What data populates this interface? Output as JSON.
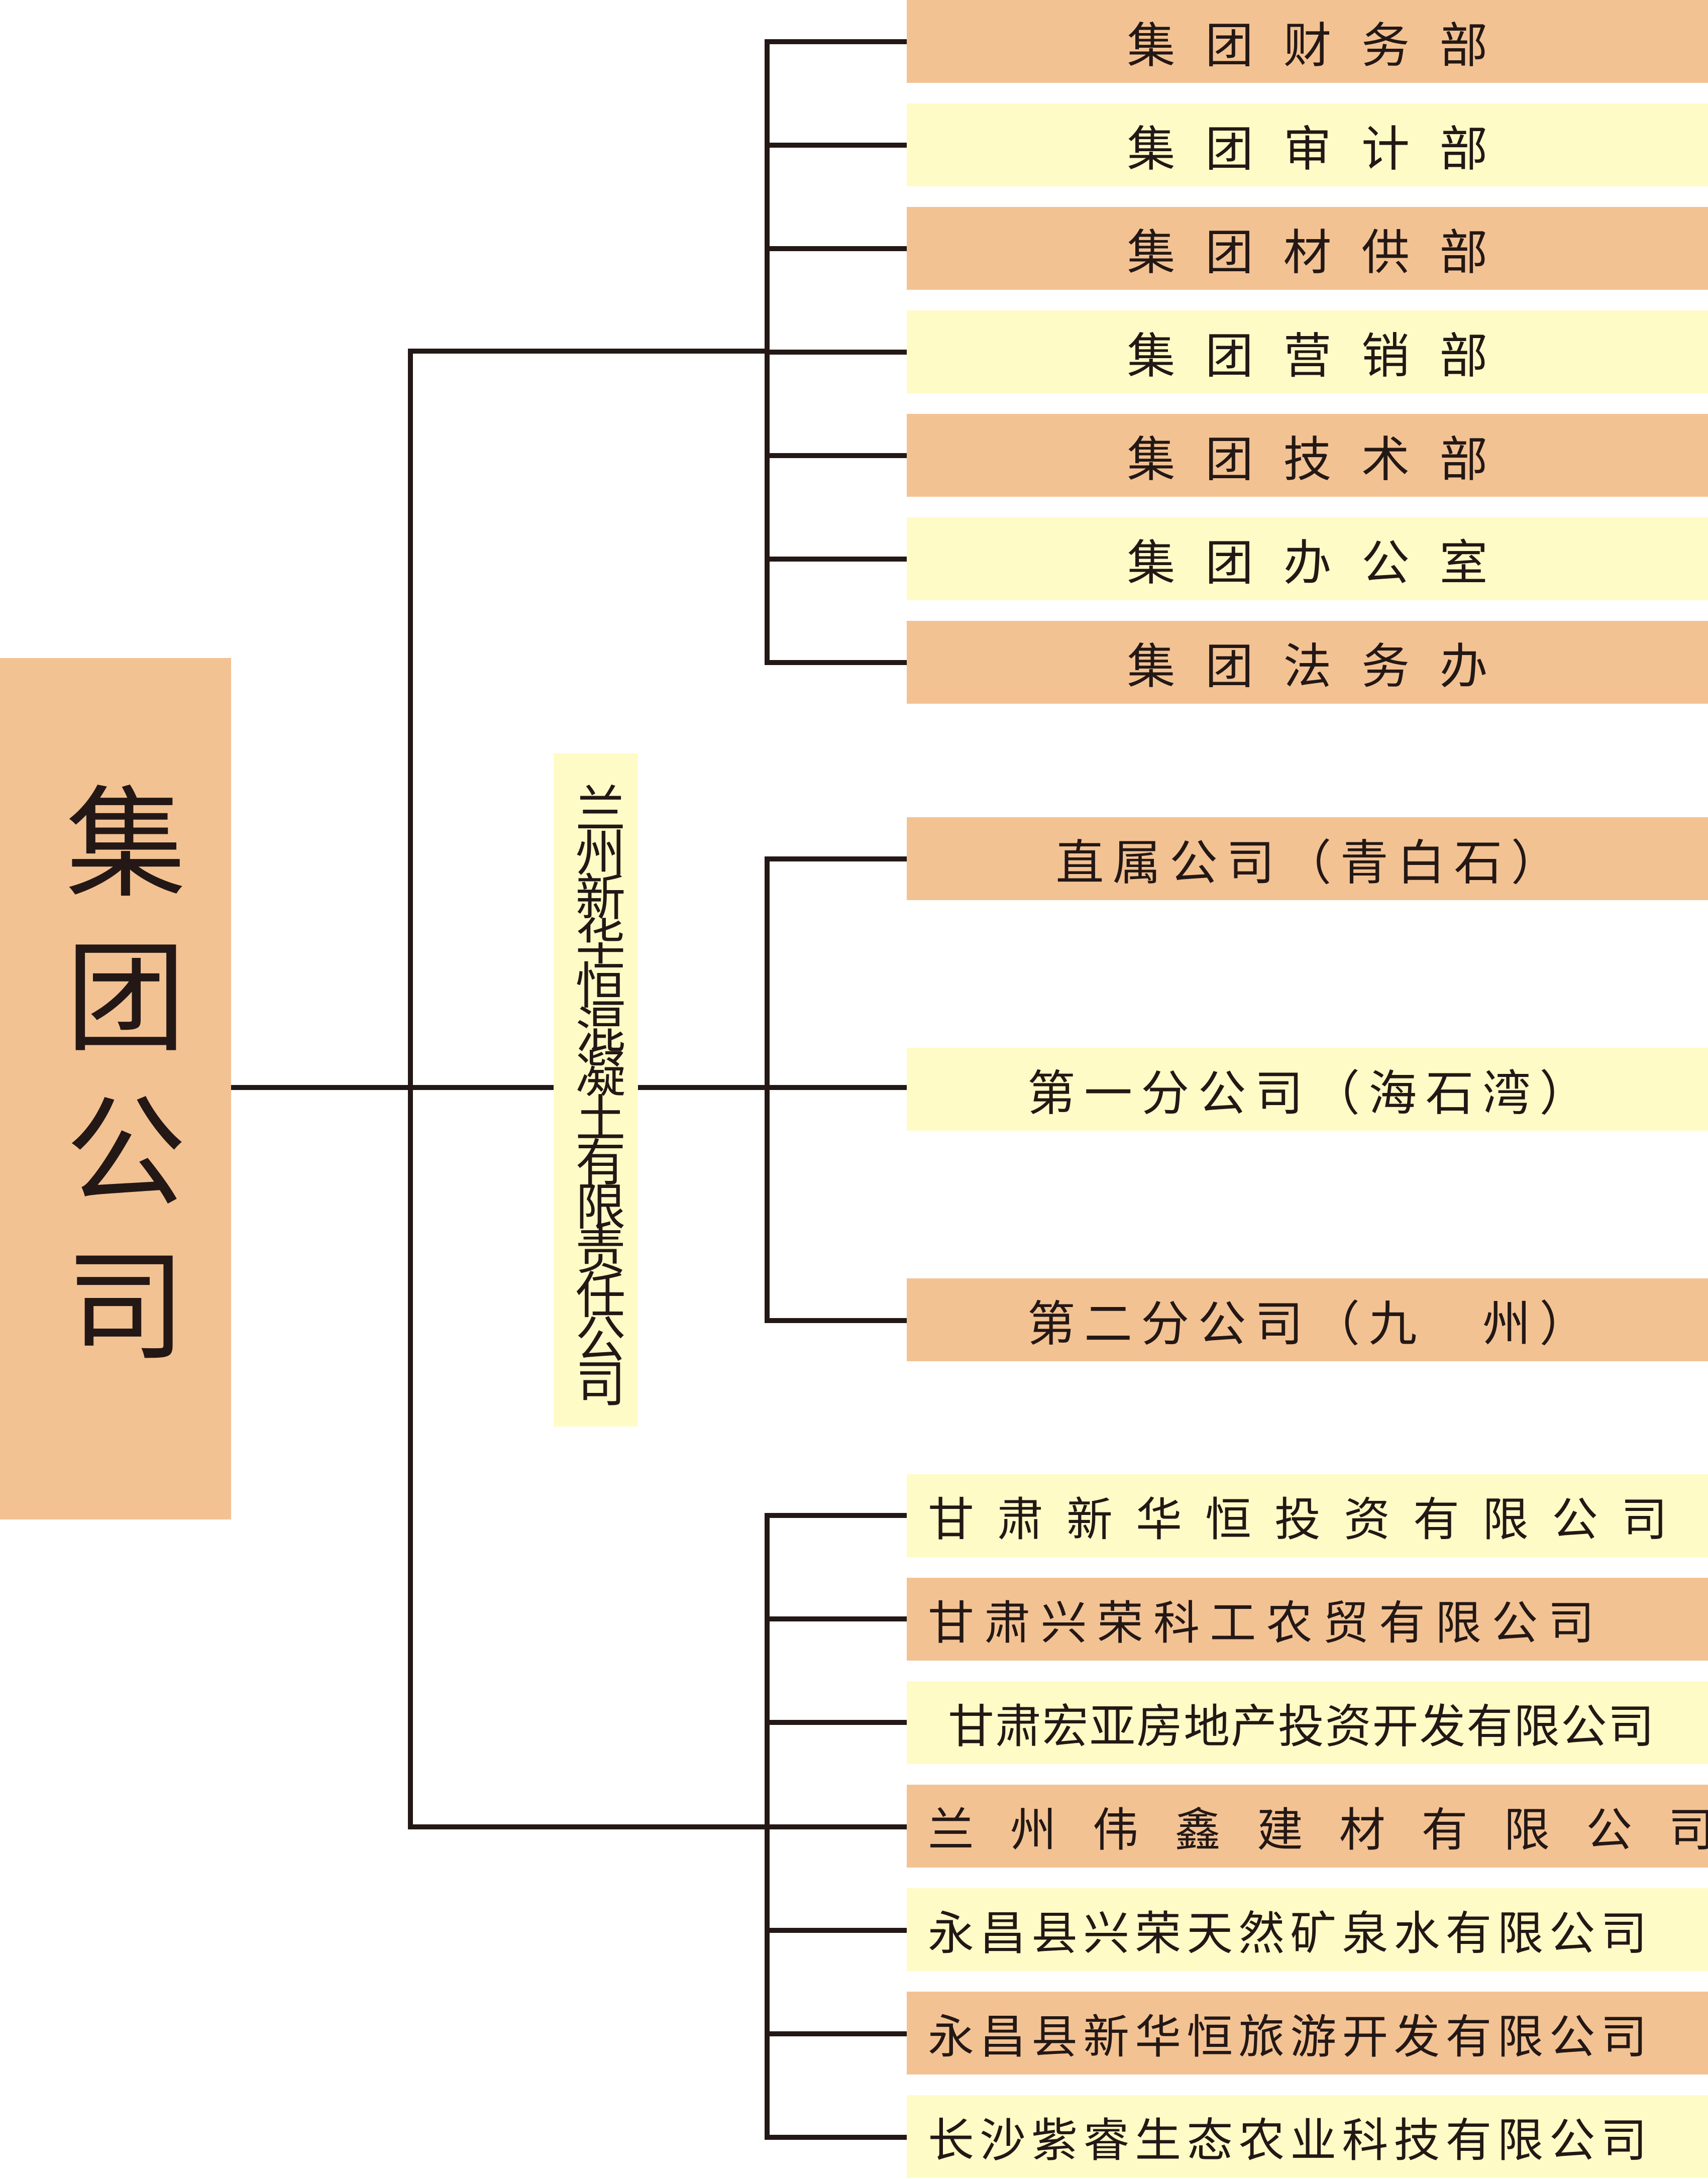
{
  "colors": {
    "orange": "#f3c293",
    "yellow": "#fffbc6",
    "line": "#231815"
  },
  "root": {
    "name": "集团公司"
  },
  "concrete_company": {
    "name": "兰州新华恒混凝土有限责任公司"
  },
  "departments": [
    {
      "name": "集团财务部",
      "color": "orange"
    },
    {
      "name": "集团审计部",
      "color": "yellow"
    },
    {
      "name": "集团材供部",
      "color": "orange"
    },
    {
      "name": "集团营销部",
      "color": "yellow"
    },
    {
      "name": "集团技术部",
      "color": "orange"
    },
    {
      "name": "集团办公室",
      "color": "yellow"
    },
    {
      "name": "集团法务办",
      "color": "orange"
    }
  ],
  "branches": [
    {
      "name": "直属公司（青白石）",
      "color": "orange"
    },
    {
      "name": "第一分公司（海石湾）",
      "color": "yellow"
    },
    {
      "name": "第二分公司（九　州）",
      "color": "orange"
    }
  ],
  "subsidiaries": [
    {
      "name": "甘肃新华恒投资有限公司",
      "color": "yellow"
    },
    {
      "name": "甘肃兴荣科工农贸有限公司",
      "color": "orange"
    },
    {
      "name": "甘肃宏亚房地产投资开发有限公司",
      "color": "yellow"
    },
    {
      "name": "兰州伟鑫建材有限公司",
      "color": "orange"
    },
    {
      "name": "永昌县兴荣天然矿泉水有限公司",
      "color": "yellow"
    },
    {
      "name": "永昌县新华恒旅游开发有限公司",
      "color": "orange"
    },
    {
      "name": "长沙紫睿生态农业科技有限公司",
      "color": "yellow"
    }
  ]
}
